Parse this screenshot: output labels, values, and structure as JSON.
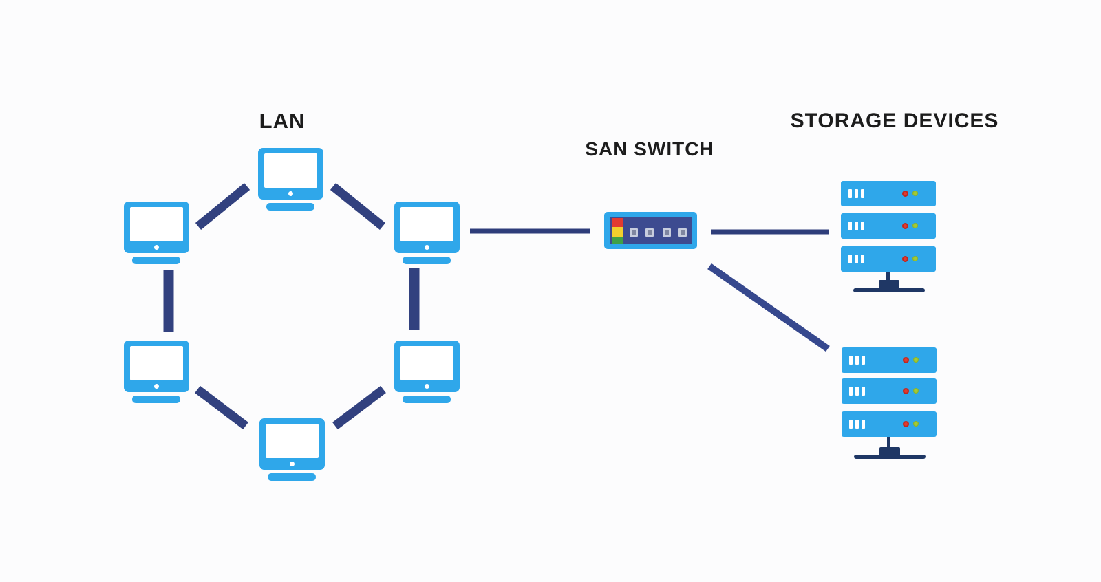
{
  "diagram": {
    "type": "network-topology",
    "background": "#fcfcfd",
    "labels": {
      "lan": "LAN",
      "san_switch": "SAN SWITCH",
      "storage_devices": "STORAGE DEVICES"
    },
    "colors": {
      "device_blue": "#2fa7ea",
      "link_navy": "#32417f",
      "link_navy_light": "#36488e",
      "switch_panel_navy": "#3d4b90",
      "stand_navy": "#1f3765",
      "switch_led_red": "#e33a31",
      "switch_led_yellow": "#f2cf2e",
      "switch_led_green": "#3fa047",
      "server_led_red": "#e23a2e",
      "server_led_green": "#a4ca36",
      "label_text": "#1c1c1c"
    },
    "lan": {
      "topology": "ring",
      "computer_count": 6,
      "computer_icon": "desktop-monitor-icon"
    },
    "san_switch": {
      "status_leds": [
        "red",
        "yellow",
        "green"
      ],
      "port_count": 4
    },
    "storage": {
      "stack_count": 2,
      "servers_per_stack": 3,
      "server_leds": [
        "red",
        "green"
      ],
      "server_front_stripes": 3
    },
    "connections": [
      "lan-ring-6-links",
      "lan-right-computer-to-san-switch",
      "san-switch-to-storage-stack-top",
      "san-switch-to-storage-stack-bottom"
    ]
  }
}
